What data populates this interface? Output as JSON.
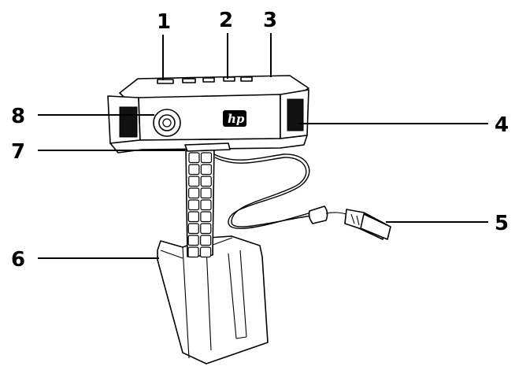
{
  "figure": {
    "callouts": [
      {
        "id": "1",
        "label": "1"
      },
      {
        "id": "2",
        "label": "2"
      },
      {
        "id": "3",
        "label": "3"
      },
      {
        "id": "4",
        "label": "4"
      },
      {
        "id": "5",
        "label": "5"
      },
      {
        "id": "6",
        "label": "6"
      },
      {
        "id": "7",
        "label": "7"
      },
      {
        "id": "8",
        "label": "8"
      }
    ],
    "logo_text": "hp"
  }
}
